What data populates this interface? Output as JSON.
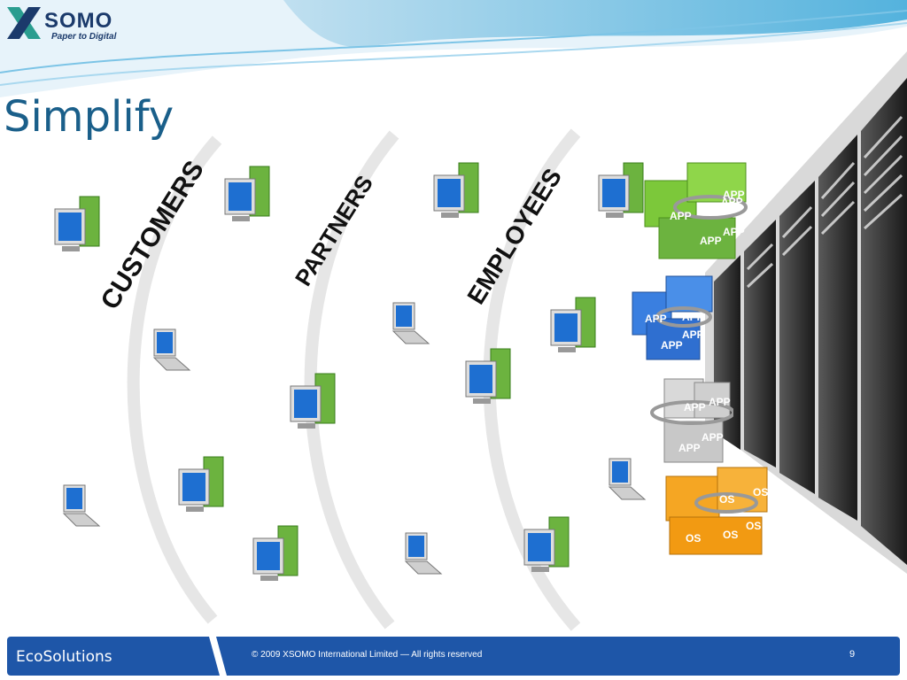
{
  "logo": {
    "brand": "SOMO",
    "tagline": "Paper to Digital"
  },
  "slide": {
    "title": "Simplify"
  },
  "groups": [
    "CUSTOMERS",
    "PARTNERS",
    "EMPLOYEES"
  ],
  "virtual_stacks": [
    {
      "color": "green",
      "labels": [
        "APP",
        "APP",
        "APP",
        "APP",
        "APP"
      ]
    },
    {
      "color": "blue",
      "labels": [
        "APP",
        "APP",
        "APP",
        "APP"
      ]
    },
    {
      "color": "gray",
      "labels": [
        "APP",
        "APP",
        "APP",
        "APP"
      ]
    },
    {
      "color": "orange",
      "labels": [
        "OS",
        "OS",
        "OS",
        "OS",
        "OS"
      ]
    }
  ],
  "colors": {
    "title": "#1a5f8a",
    "footer": "#1e56a8",
    "green": "#7cc83a",
    "blue": "#3a7fe0",
    "gray": "#c8c8c8",
    "orange": "#f5a623"
  },
  "footer": {
    "section": "EcoSolutions",
    "copyright": "© 2009 XSOMO International Limited — All rights reserved",
    "page_number": "9"
  }
}
